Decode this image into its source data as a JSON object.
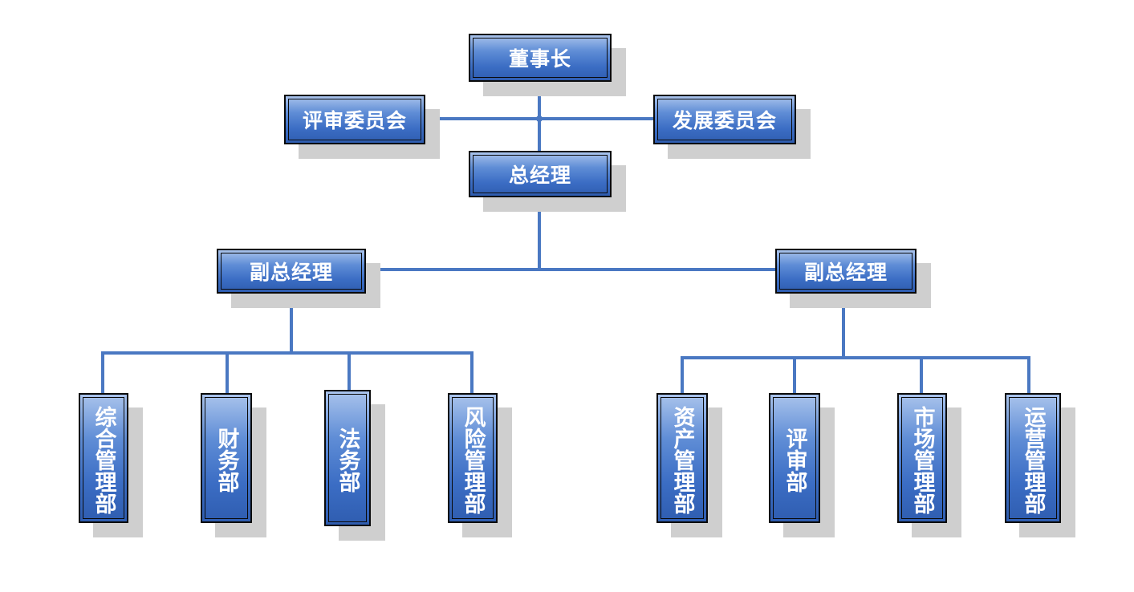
{
  "chairman": "董事长",
  "review_committee": "评审委员会",
  "development_committee": "发展委员会",
  "general_manager": "总经理",
  "deputy_left": "副总经理",
  "deputy_right": "副总经理",
  "departments_left": [
    "综合管理部",
    "财务部",
    "法务部",
    "风险管理部"
  ],
  "departments_right": [
    "资产管理部",
    "评审部",
    "市场管理部",
    "运营管理部"
  ],
  "colors": {
    "line": "#4a78c2",
    "box_top": "#a9c3ec",
    "box_bottom": "#2f5db0",
    "shadow": "#cfcfcf"
  }
}
